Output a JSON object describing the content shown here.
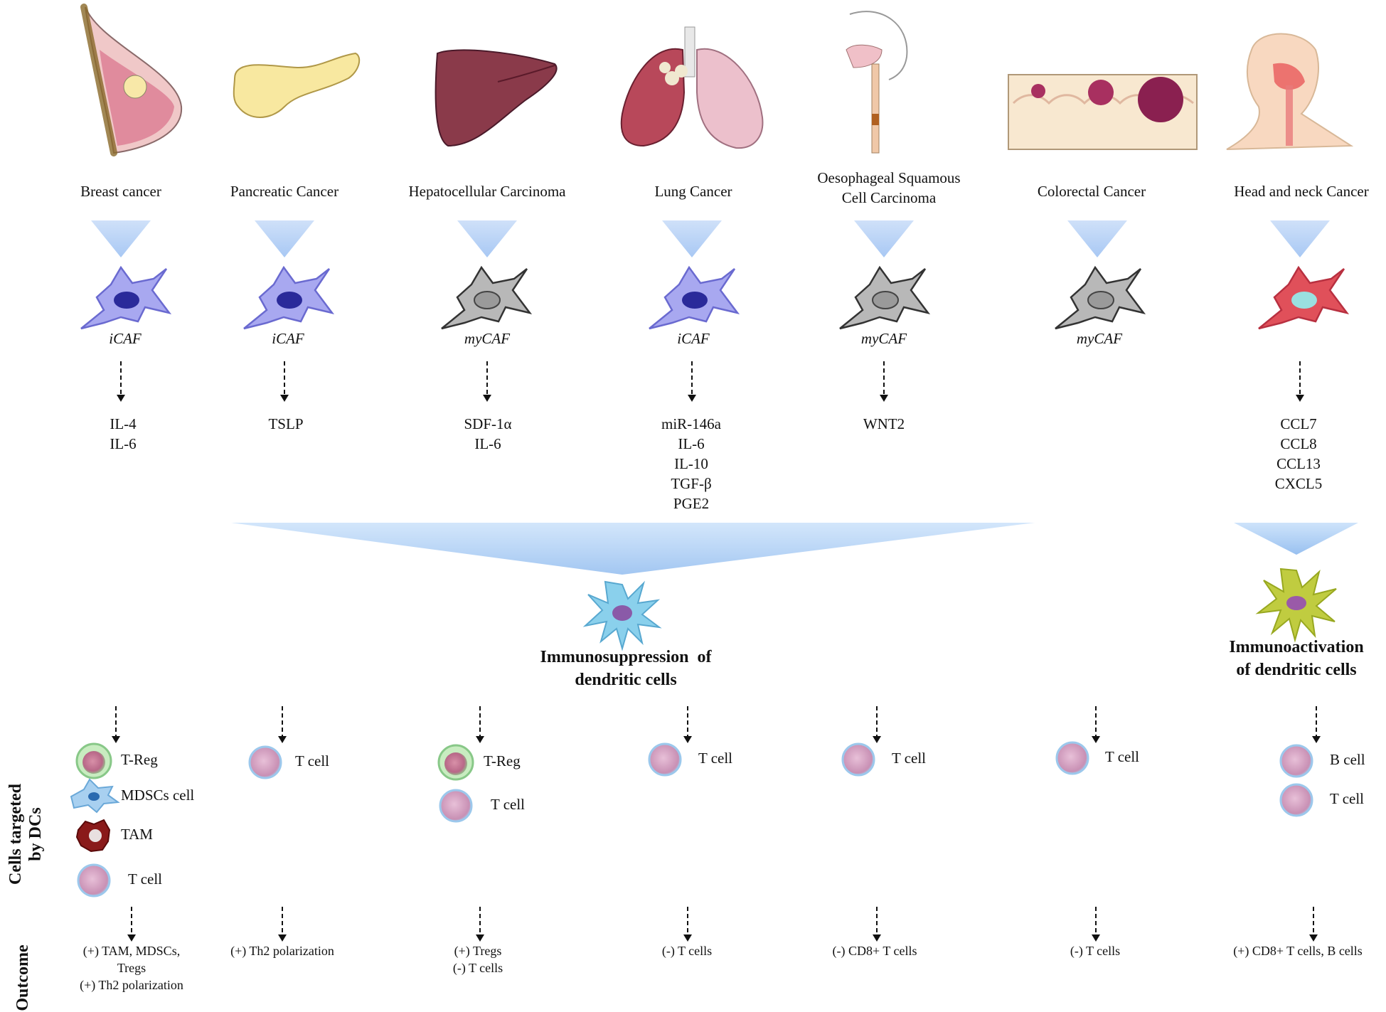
{
  "cancers": [
    {
      "name": "Breast cancer",
      "caf": "iCAF",
      "caf_type": "icaf",
      "factors": [
        "IL-4",
        "IL-6"
      ]
    },
    {
      "name": "Pancreatic Cancer",
      "caf": "iCAF",
      "caf_type": "icaf",
      "factors": [
        "TSLP"
      ]
    },
    {
      "name": "Hepatocellular Carcinoma",
      "caf": "myCAF",
      "caf_type": "mycaf",
      "factors": [
        "SDF-1α",
        "IL-6"
      ]
    },
    {
      "name": "Lung Cancer",
      "caf": "iCAF",
      "caf_type": "icaf",
      "factors": [
        "miR-146a",
        "IL-6",
        "IL-10",
        "TGF-β",
        "PGE2"
      ]
    },
    {
      "name": "Oesophageal Squamous\nCell Carcinoma",
      "caf": "myCAF",
      "caf_type": "mycaf",
      "factors": [
        "WNT2"
      ]
    },
    {
      "name": "Colorectal Cancer",
      "caf": "myCAF",
      "caf_type": "mycaf",
      "factors": []
    },
    {
      "name": "Head and neck Cancer",
      "caf": "",
      "caf_type": "red",
      "factors": [
        "CCL7",
        "CCL8",
        "CCL13",
        "CXCL5"
      ]
    }
  ],
  "dc_states": {
    "suppression": "Immunosuppression  of\ndendritic cells",
    "activation": "Immunoactivation\nof dendritic cells"
  },
  "side_labels": {
    "cells_targeted": "Cells targeted\nby DCs",
    "outcome": "Outcome"
  },
  "targets": [
    [
      {
        "label": "T-Reg",
        "kind": "treg"
      },
      {
        "label": "MDSCs cell",
        "kind": "mdsc"
      },
      {
        "label": "TAM",
        "kind": "tam"
      },
      {
        "label": "T cell",
        "kind": "tcell"
      }
    ],
    [
      {
        "label": "T cell",
        "kind": "tcell"
      }
    ],
    [
      {
        "label": "T-Reg",
        "kind": "treg"
      },
      {
        "label": "T cell",
        "kind": "tcell"
      }
    ],
    [
      {
        "label": "T cell",
        "kind": "tcell"
      }
    ],
    [
      {
        "label": "T cell",
        "kind": "tcell"
      }
    ],
    [
      {
        "label": "T cell",
        "kind": "tcell"
      }
    ],
    [
      {
        "label": "B cell",
        "kind": "tcell"
      },
      {
        "label": "T cell",
        "kind": "tcell"
      }
    ]
  ],
  "outcomes": [
    "(+) TAM, MDSCs,\nTregs\n(+) Th2 polarization",
    "(+) Th2 polarization",
    "(+) Tregs\n(-) T cells",
    "(-) T cells",
    "(-) CD8+ T cells",
    "(-) T cells",
    "(+) CD8+ T cells, B cells"
  ],
  "colors": {
    "icaf": "#a8a8f0",
    "icaf_nucleus": "#2a2a9a",
    "mycaf": "#b8b8b8",
    "red_caf": "#e0505a",
    "red_nucleus": "#9ae0e0",
    "arrow_blue": "#b8d8f8",
    "tcell": "#d8a8c8",
    "dc_blue": "#78c8e8",
    "dc_green": "#b8c840"
  }
}
